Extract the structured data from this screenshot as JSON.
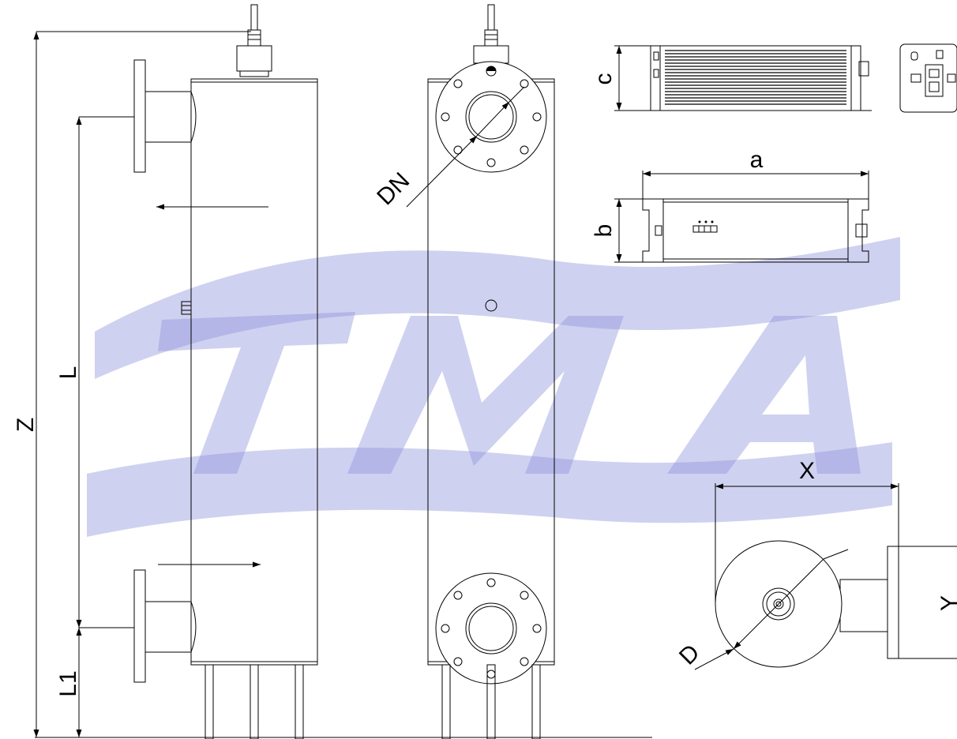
{
  "labels": {
    "Z": "Z",
    "L": "L",
    "L1": "L1",
    "DN": "DN",
    "c": "c",
    "a": "a",
    "b": "b",
    "X": "X",
    "Y": "Y",
    "D": "D"
  },
  "colors": {
    "line": "#000000",
    "background": "#ffffff",
    "watermark": "#8d92db"
  }
}
